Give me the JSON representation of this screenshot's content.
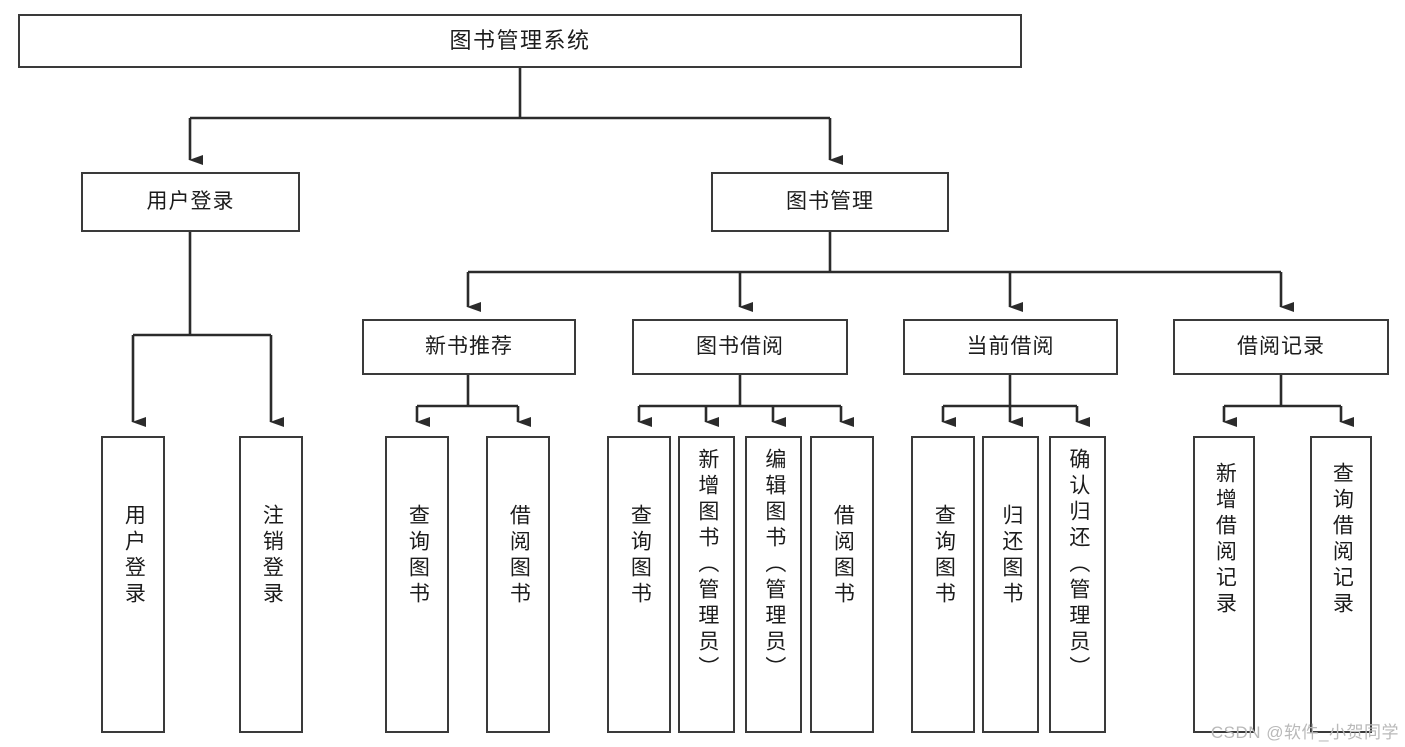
{
  "diagram": {
    "title": "图书管理系统",
    "type": "tree",
    "orientation": "top-down",
    "watermark": "CSDN @软件_小贺同学",
    "colors": {
      "background": "#ffffff",
      "box_border": "#3a3a3a",
      "box_fill": "#ffffff",
      "connector": "#2b2b2b",
      "text": "#1c1c1c",
      "watermark": "#b9b9b9"
    },
    "nodes": {
      "root": {
        "label": "图书管理系统",
        "level": 1,
        "text_direction": "horizontal"
      },
      "level2": [
        {
          "id": "user-login",
          "label": "用户登录",
          "text_direction": "horizontal"
        },
        {
          "id": "book-manage",
          "label": "图书管理",
          "text_direction": "horizontal"
        }
      ],
      "level3": [
        {
          "id": "new-book-recommend",
          "label": "新书推荐",
          "text_direction": "horizontal",
          "parent": "book-manage"
        },
        {
          "id": "book-borrow",
          "label": "图书借阅",
          "text_direction": "horizontal",
          "parent": "book-manage"
        },
        {
          "id": "current-borrow",
          "label": "当前借阅",
          "text_direction": "horizontal",
          "parent": "book-manage"
        },
        {
          "id": "borrow-record",
          "label": "借阅记录",
          "text_direction": "horizontal",
          "parent": "book-manage"
        }
      ],
      "leaves": [
        {
          "id": "leaf-user-login",
          "label": "用户登录",
          "text_direction": "vertical",
          "parent": "user-login"
        },
        {
          "id": "leaf-logout-login",
          "label": "注销登录",
          "text_direction": "vertical",
          "parent": "user-login"
        },
        {
          "id": "leaf-query-book-1",
          "label": "查询图书",
          "text_direction": "vertical",
          "parent": "new-book-recommend"
        },
        {
          "id": "leaf-borrow-book-1",
          "label": "借阅图书",
          "text_direction": "vertical",
          "parent": "new-book-recommend"
        },
        {
          "id": "leaf-query-book-2",
          "label": "查询图书",
          "text_direction": "vertical",
          "parent": "book-borrow"
        },
        {
          "id": "leaf-add-book",
          "label": "新增图书（管理员）",
          "text_direction": "vertical",
          "parent": "book-borrow"
        },
        {
          "id": "leaf-edit-book",
          "label": "编辑图书（管理员）",
          "text_direction": "vertical",
          "parent": "book-borrow"
        },
        {
          "id": "leaf-borrow-book-2",
          "label": "借阅图书",
          "text_direction": "vertical",
          "parent": "book-borrow"
        },
        {
          "id": "leaf-query-book-3",
          "label": "查询图书",
          "text_direction": "vertical",
          "parent": "current-borrow"
        },
        {
          "id": "leaf-return-book",
          "label": "归还图书",
          "text_direction": "vertical",
          "parent": "current-borrow"
        },
        {
          "id": "leaf-confirm-return",
          "label": "确认归还（管理员）",
          "text_direction": "vertical",
          "parent": "current-borrow"
        },
        {
          "id": "leaf-add-record",
          "label": "新增借阅记录",
          "text_direction": "vertical",
          "parent": "borrow-record"
        },
        {
          "id": "leaf-query-record",
          "label": "查询借阅记录",
          "text_direction": "vertical",
          "parent": "borrow-record"
        }
      ]
    }
  }
}
